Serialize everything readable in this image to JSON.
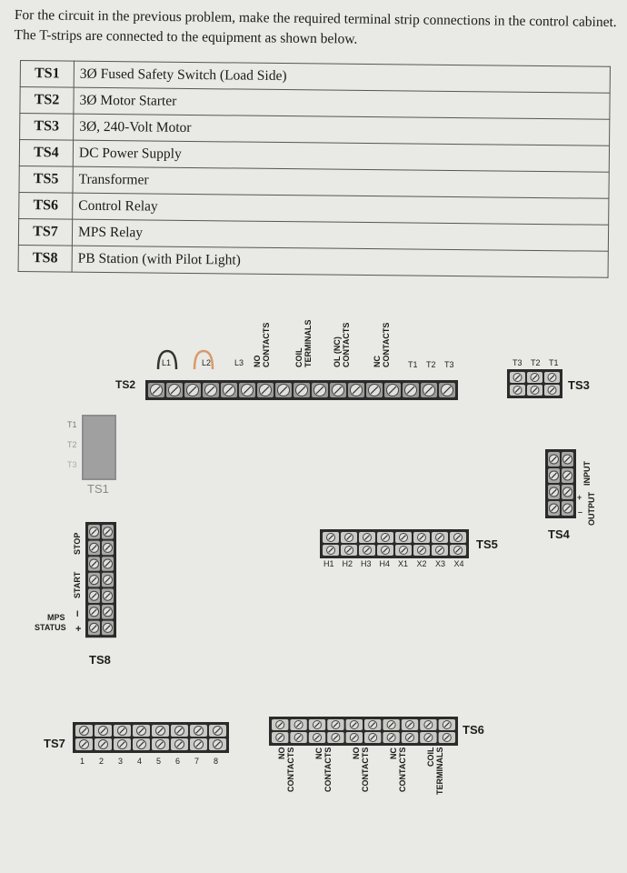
{
  "intro": "For the circuit in the previous problem, make the required terminal strip connections in the control cabinet. The T-strips are connected to the equipment as shown below.",
  "table": [
    {
      "code": "TS1",
      "desc": "3Ø Fused Safety Switch (Load Side)"
    },
    {
      "code": "TS2",
      "desc": "3Ø Motor Starter"
    },
    {
      "code": "TS3",
      "desc": "3Ø, 240-Volt Motor"
    },
    {
      "code": "TS4",
      "desc": "DC Power Supply"
    },
    {
      "code": "TS5",
      "desc": "Transformer"
    },
    {
      "code": "TS6",
      "desc": "Control Relay"
    },
    {
      "code": "TS7",
      "desc": "MPS Relay"
    },
    {
      "code": "TS8",
      "desc": "PB Station (with Pilot Light)"
    }
  ],
  "ts2": {
    "label": "TS2",
    "l1": "L1",
    "l2": "L2",
    "l3": "L3",
    "no": "NO\nCONTACTS",
    "coil": "COIL\nTERMINALS",
    "ol": "OL (NC)\nCONTACTS",
    "nc": "NC\nCONTACTS",
    "t1": "T1",
    "t2": "T2",
    "t3": "T3"
  },
  "ts3": {
    "label": "TS3",
    "t3": "T3",
    "t2": "T2",
    "t1": "T1"
  },
  "ts1": {
    "label": "TS1",
    "t1": "T1",
    "t2": "T2",
    "t3": "T3"
  },
  "ts4": {
    "label": "TS4",
    "input": "INPUT",
    "output": "OUTPUT",
    "minus": "–",
    "plus": "+"
  },
  "ts5": {
    "label": "TS5",
    "terms": [
      "H1",
      "H2",
      "H3",
      "H4",
      "X1",
      "X2",
      "X3",
      "X4"
    ]
  },
  "ts8": {
    "label": "TS8",
    "stop": "STOP",
    "start": "START",
    "mps": "MPS",
    "status": "STATUS",
    "minus": "I",
    "plus": "+"
  },
  "ts7": {
    "label": "TS7",
    "terms": [
      "1",
      "2",
      "3",
      "4",
      "5",
      "6",
      "7",
      "8"
    ]
  },
  "ts6": {
    "label": "TS6",
    "labels": [
      "NO\nCONTACTS",
      "NC\nCONTACTS",
      "NO\nCONTACTS",
      "NC\nCONTACTS",
      "COIL\nTERMINALS"
    ]
  }
}
